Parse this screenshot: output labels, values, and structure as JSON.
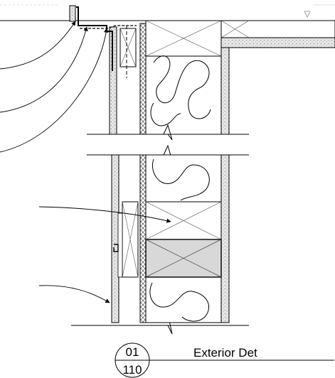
{
  "detail_tag": {
    "number": "01",
    "sheet": "110",
    "title": "Exterior Det"
  },
  "colors": {
    "line": "#000000",
    "gray_fill": "#d8d8d8",
    "background": "#ffffff"
  }
}
